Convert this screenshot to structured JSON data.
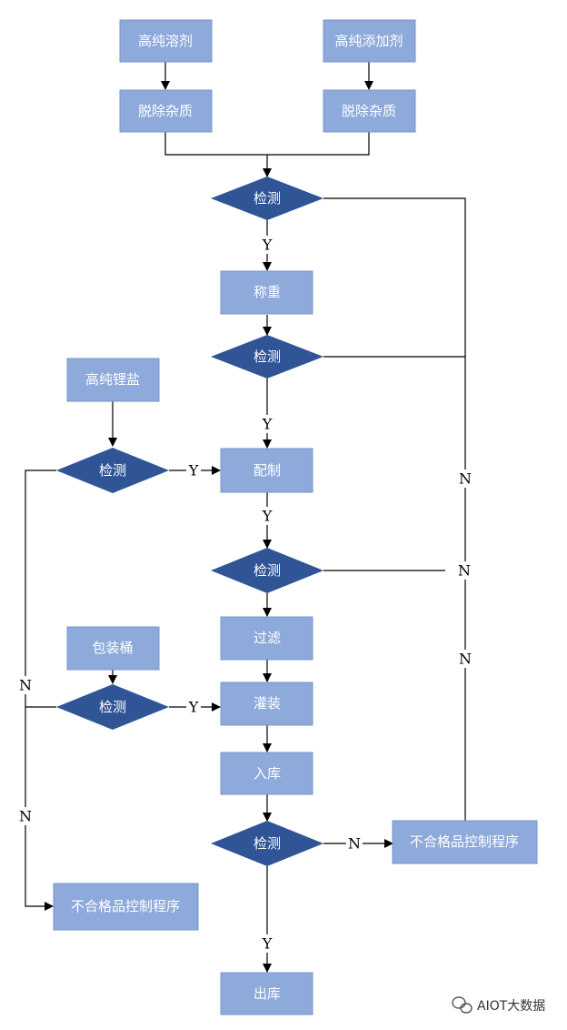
{
  "nodes": {
    "solvent": "高纯溶剂",
    "additive": "高纯添加剂",
    "remove_impurity_left": "脱除杂质",
    "remove_impurity_right": "脱除杂质",
    "check_1": "检测",
    "weigh": "称重",
    "check_2": "检测",
    "lithium_salt": "高纯锂盐",
    "check_salt": "检测",
    "prepare": "配制",
    "check_3": "检测",
    "filter": "过滤",
    "barrel": "包装桶",
    "check_barrel": "检测",
    "fill": "灌装",
    "storage_in": "入库",
    "check_4": "检测",
    "nonconforming_right": "不合格品控制程序",
    "nonconforming_left": "不合格品控制程序",
    "storage_out": "出库"
  },
  "edge_labels": {
    "y1": "Y",
    "y2": "Y",
    "y_salt": "Y",
    "y3": "Y",
    "y_barrel": "Y",
    "y4": "Y",
    "n_right_1": "N",
    "n_right_2": "N",
    "n_right_3": "N",
    "n_check4": "N",
    "n_left_1": "N",
    "n_left_2": "N"
  },
  "watermark": "AIOT大数据",
  "colors": {
    "box": "#8eaadb",
    "diamond": "#2f5597",
    "line": "#000000"
  }
}
